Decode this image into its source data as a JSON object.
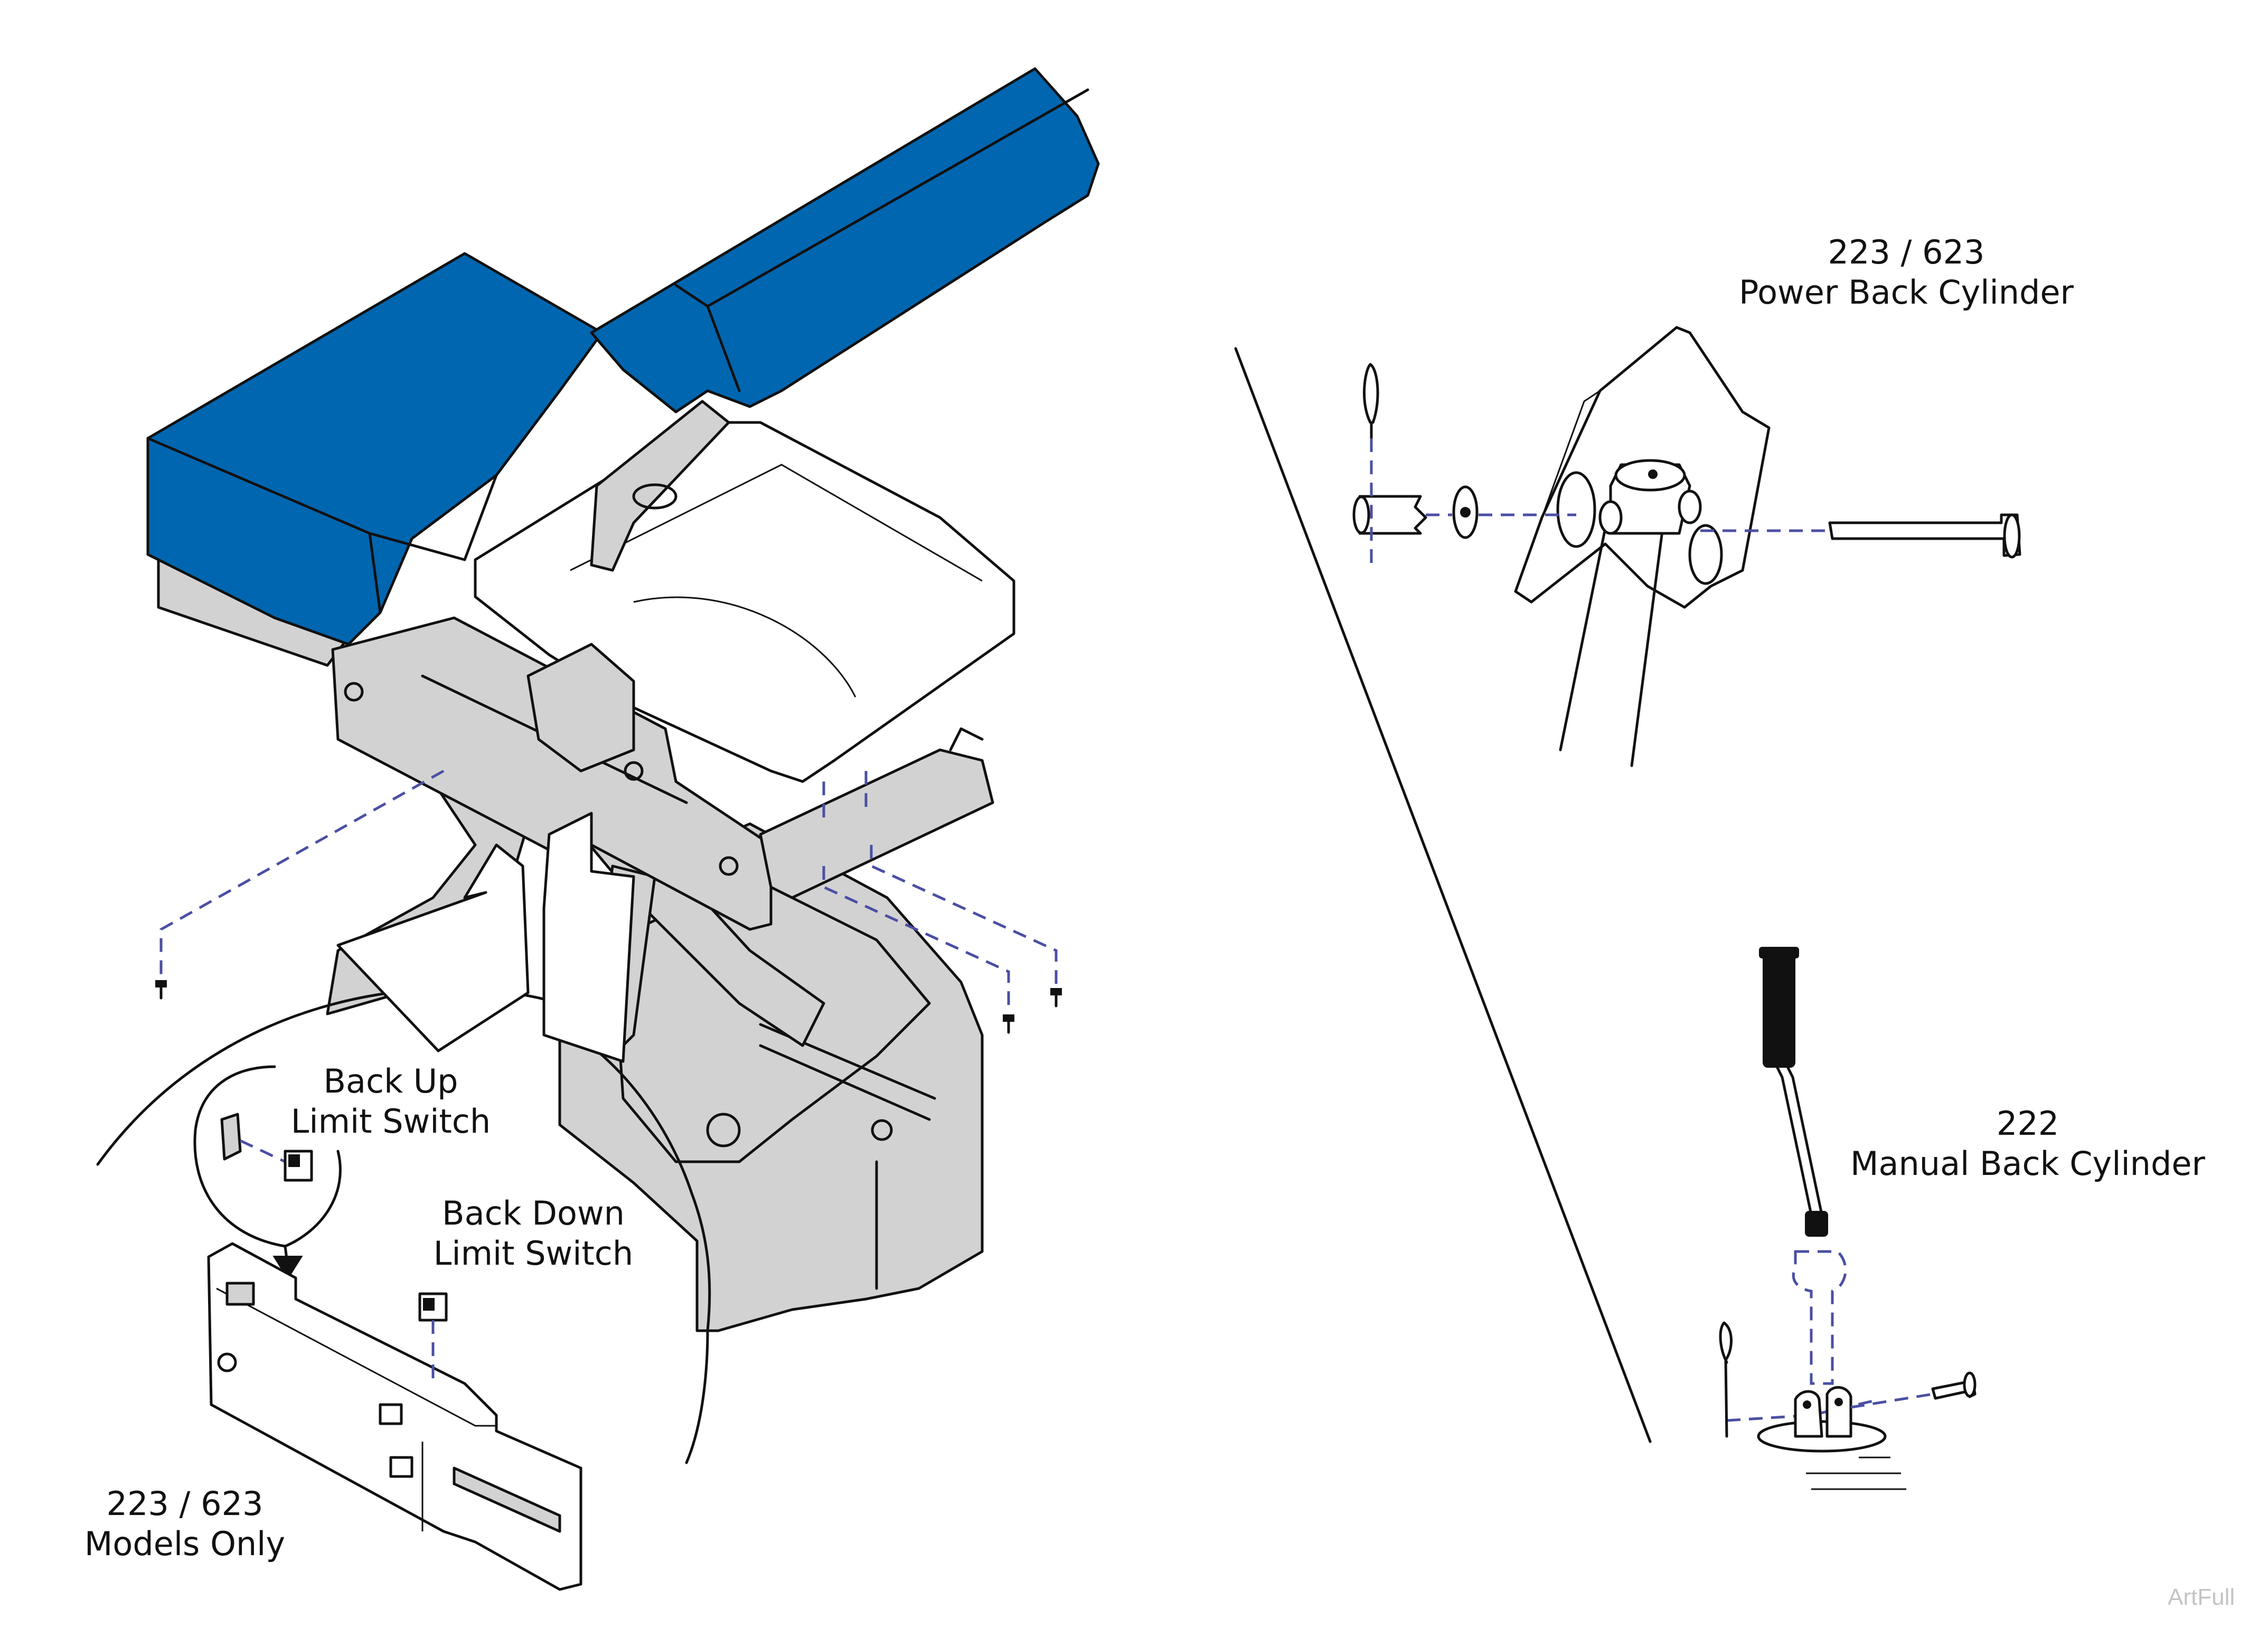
{
  "labels": {
    "power_model": "223 / 623",
    "power_name": "Power Back Cylinder",
    "manual_model": "222",
    "manual_name": "Manual Back Cylinder",
    "back_up_line1": "Back Up",
    "back_up_line2": "Limit Switch",
    "back_down_line1": "Back Down",
    "back_down_line2": "Limit Switch",
    "models_line1": "223 / 623",
    "models_line2": "Models Only"
  },
  "watermark": "ArtFull",
  "colors": {
    "upholstery": "#0066B0",
    "frame": "#D2D2D2",
    "leader": "#4A4FA3",
    "line": "#111111"
  }
}
